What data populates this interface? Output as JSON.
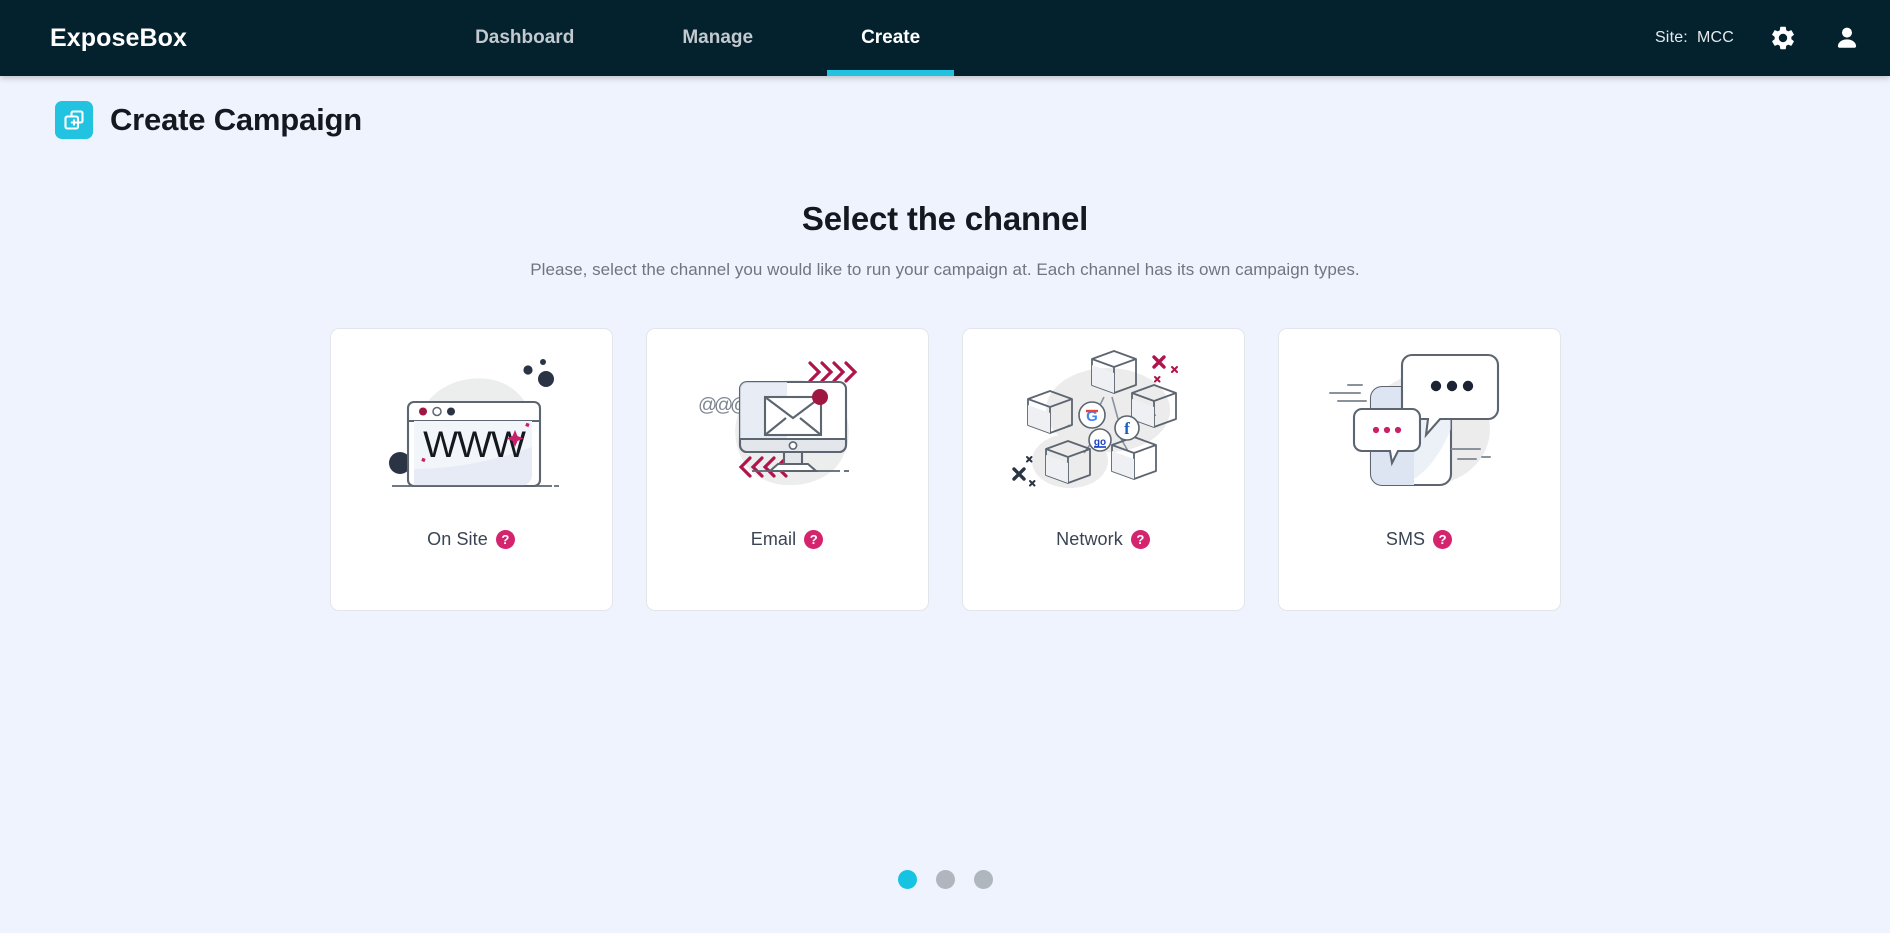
{
  "header": {
    "brand": "ExposeBox",
    "nav": [
      {
        "label": "Dashboard",
        "active": false
      },
      {
        "label": "Manage",
        "active": false
      },
      {
        "label": "Create",
        "active": true
      }
    ],
    "site_label": "Site:",
    "site_value": "MCC",
    "settings_icon": "gear-icon",
    "account_icon": "user-icon",
    "background_color": "#04222e",
    "accent_color": "#22c3e0"
  },
  "page": {
    "title": "Create Campaign",
    "title_icon": "duplicate-add-icon"
  },
  "main": {
    "heading": "Select the channel",
    "subheading": "Please, select the channel you would like to run your campaign at. Each channel has its own campaign types.",
    "channels": [
      {
        "label": "On Site",
        "help": "?",
        "art": "browser-www-illustration"
      },
      {
        "label": "Email",
        "help": "?",
        "art": "monitor-envelope-illustration"
      },
      {
        "label": "Network",
        "help": "?",
        "art": "cubes-social-network-illustration"
      },
      {
        "label": "SMS",
        "help": "?",
        "art": "phone-chat-bubbles-illustration"
      }
    ]
  },
  "pagination": {
    "dots": [
      {
        "active": true
      },
      {
        "active": false
      },
      {
        "active": false
      }
    ],
    "active_color": "#16c3e2",
    "inactive_color": "#b0b6bd"
  },
  "colors": {
    "page_background": "#eff3fd",
    "card_background": "#ffffff",
    "help_badge": "#d4246e",
    "crimson": "#b0144a",
    "navy": "#2b3445"
  }
}
